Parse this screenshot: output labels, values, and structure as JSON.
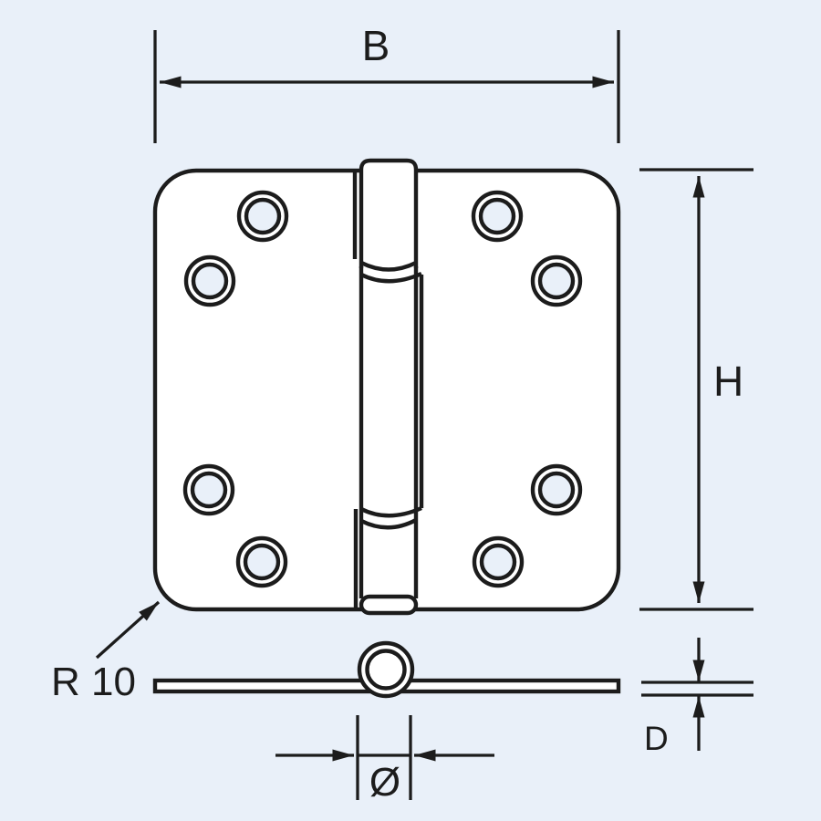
{
  "diagram": {
    "title": "Hinge technical drawing",
    "labels": {
      "width": "B",
      "height": "H",
      "corner_radius": "R 10",
      "material_thickness": "D",
      "knuckle_diameter": "Ø"
    },
    "colors": {
      "background": "#e9f0f9",
      "line": "#1c1c1c",
      "part_fill": "#ffffff"
    },
    "front_view": {
      "screw_hole_count": 8,
      "knuckle_count": 3
    }
  }
}
